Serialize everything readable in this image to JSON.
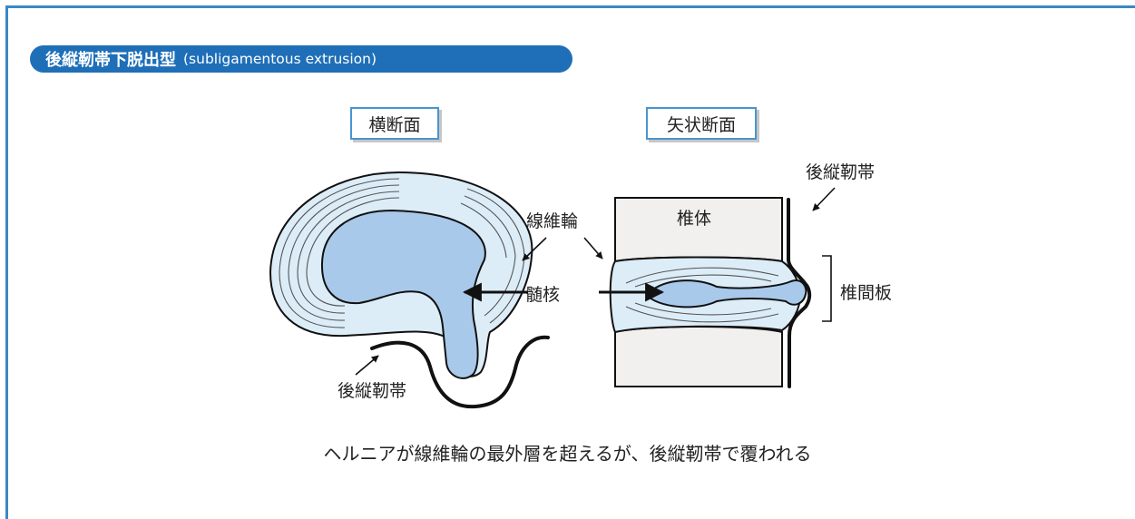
{
  "header": {
    "title": "後縦靭帯下脱出型",
    "subtitle": "(subligamentous extrusion)"
  },
  "views": {
    "axial": "横断面",
    "sagittal": "矢状断面"
  },
  "labels": {
    "annulus": "線維輪",
    "nucleus": "髄核",
    "pll_axial": "後縦靭帯",
    "pll_sagittal": "後縦靭帯",
    "vertebral_body": "椎体",
    "disc": "椎間板"
  },
  "caption": "ヘルニアが線維輪の最外層を超えるが、後縦靭帯で覆われる",
  "colors": {
    "frame": "#3a88c5",
    "header_bg": "#1f6fb8",
    "annulus_fill": "#dcedf8",
    "nucleus_fill": "#a9c9ea",
    "vertebra_fill": "#f2f0ee"
  }
}
